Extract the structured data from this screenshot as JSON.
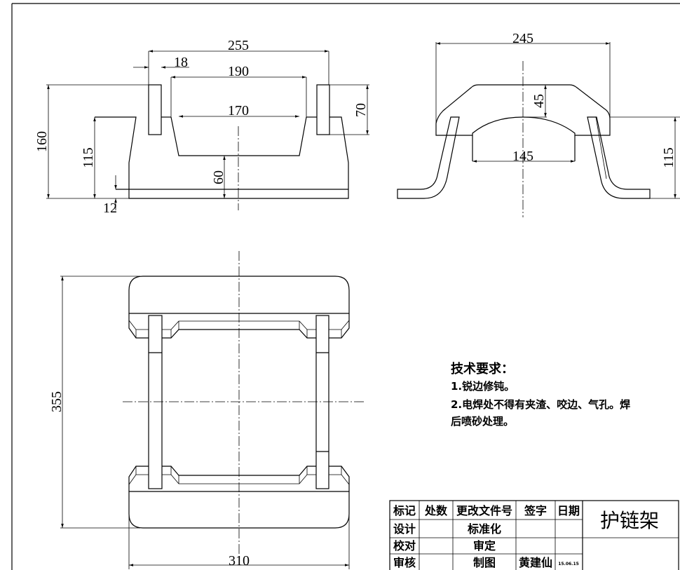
{
  "front_view": {
    "dims": {
      "overall_width": "255",
      "plate_thickness": "18",
      "top_span": "190",
      "inner_span": "170",
      "height_total": "160",
      "height_step": "115",
      "block_height": "70",
      "channel_depth": "60",
      "base_thickness": "12"
    }
  },
  "side_view": {
    "dims": {
      "width": "245",
      "crown": "45",
      "arc_span": "145",
      "height": "115"
    }
  },
  "top_view": {
    "dims": {
      "length": "355",
      "width": "310"
    }
  },
  "notes": {
    "title": "技术要求：",
    "items": [
      "1.锐边修钝。",
      "2.电焊处不得有夹渣、咬边、气孔。焊",
      "后喷砂处理。"
    ]
  },
  "title_block": {
    "part_name": "护链架",
    "headers": [
      "标记",
      "处数",
      "更改文件号",
      "签字",
      "日期"
    ],
    "rows": [
      [
        "设计",
        "",
        "标准化",
        "",
        ""
      ],
      [
        "校对",
        "",
        "审定",
        "",
        ""
      ],
      [
        "审核",
        "",
        "制图",
        "黄建仙",
        "15.06.15"
      ]
    ]
  }
}
